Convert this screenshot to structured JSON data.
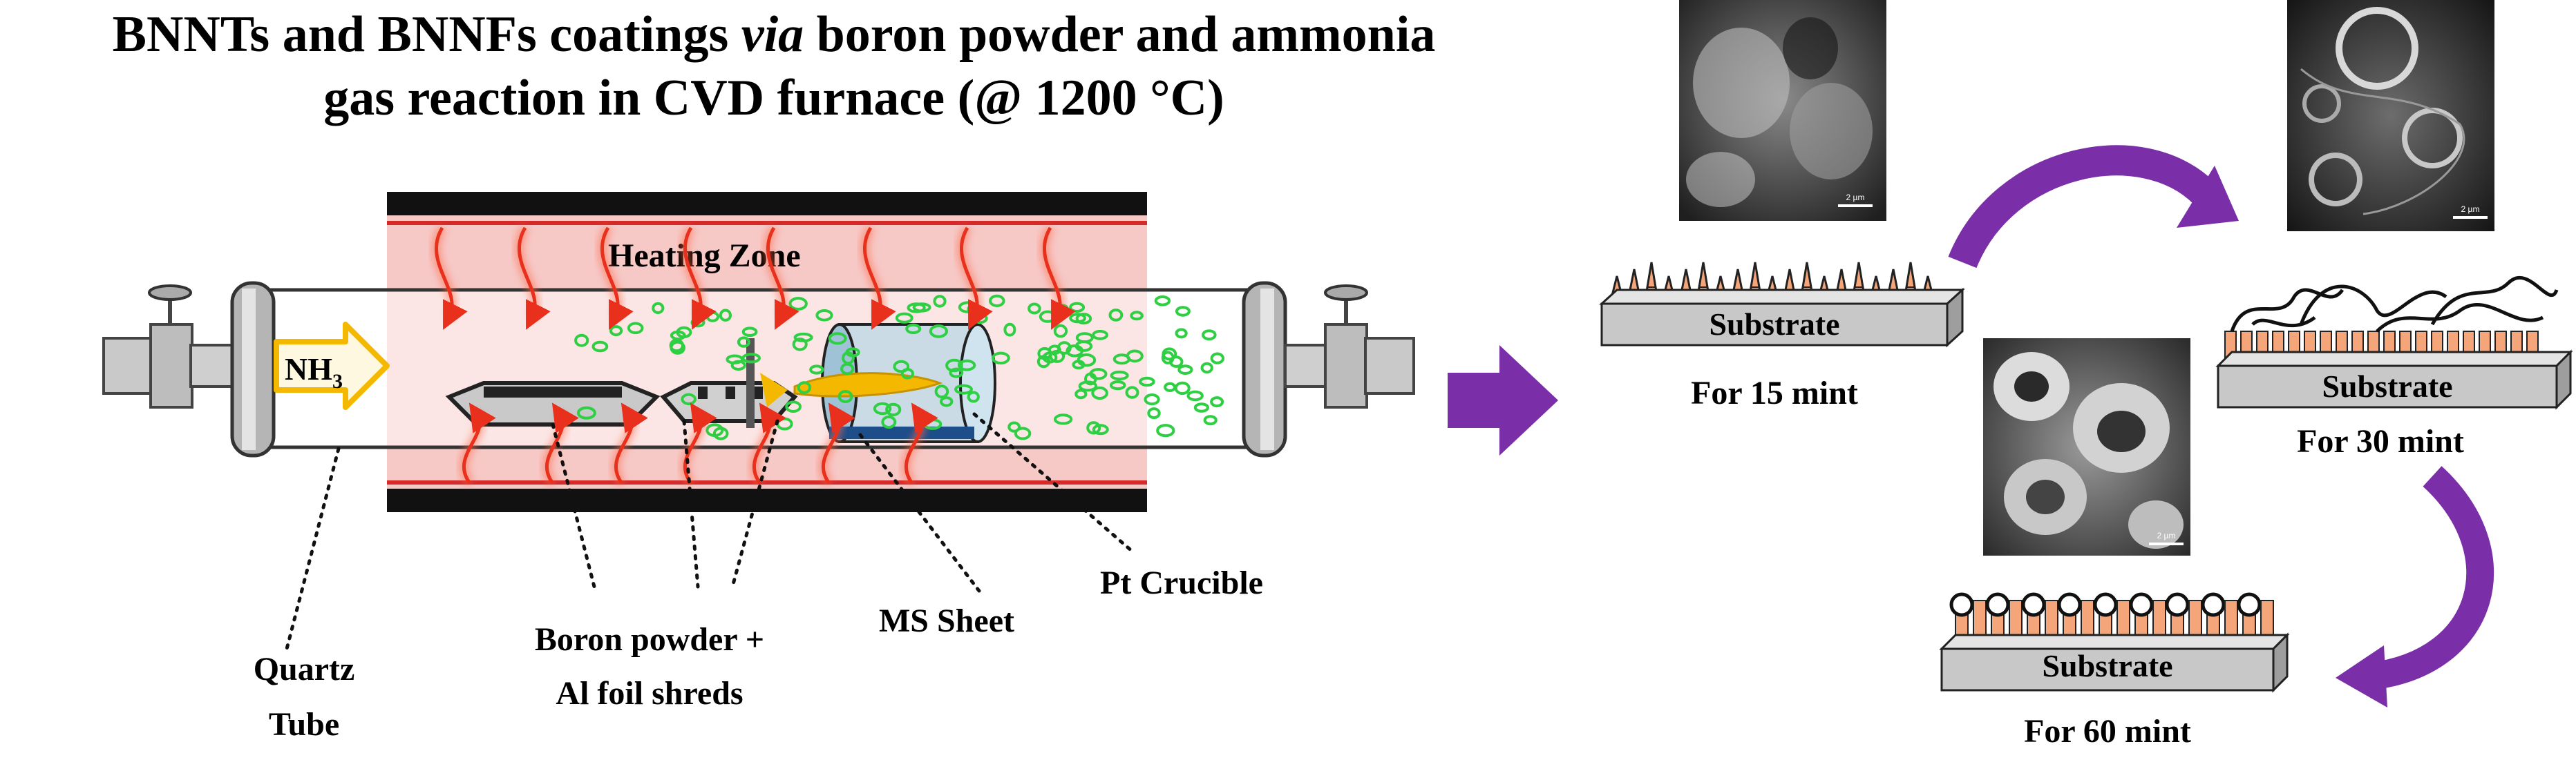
{
  "title": {
    "line1_prefix": "BNNTs and BNNFs coatings ",
    "line1_italic": "via",
    "line1_suffix": " boron powder and ammonia",
    "line2": "gas reaction in CVD furnace (@ 1200 °C)"
  },
  "furnace": {
    "heating_zone": "Heating Zone",
    "gas": "NH",
    "gas_subscript": "3",
    "labels": {
      "quartz_tube_l1": "Quartz",
      "quartz_tube_l2": "Tube",
      "boron_l1": "Boron powder +",
      "boron_l2": "Al foil shreds",
      "ms_sheet": "MS Sheet",
      "pt_crucible": "Pt Crucible"
    }
  },
  "stages": [
    {
      "substrate": "Substrate",
      "caption": "For 15 mint",
      "scale": "2 µm"
    },
    {
      "substrate": "Substrate",
      "caption": "For 30 mint",
      "scale": "2 µm"
    },
    {
      "substrate": "Substrate",
      "caption": "For 60 mint",
      "scale": "2 µm"
    }
  ],
  "colors": {
    "heating_zone_fill": "#f6c8c6",
    "heating_arrow": "#e8301c",
    "gas_arrow": "#f5b800",
    "bubble": "#2fcf43",
    "process_arrow": "#7a2fa8",
    "cone": "#f4a67a",
    "substrate": "#c8c8c8"
  }
}
